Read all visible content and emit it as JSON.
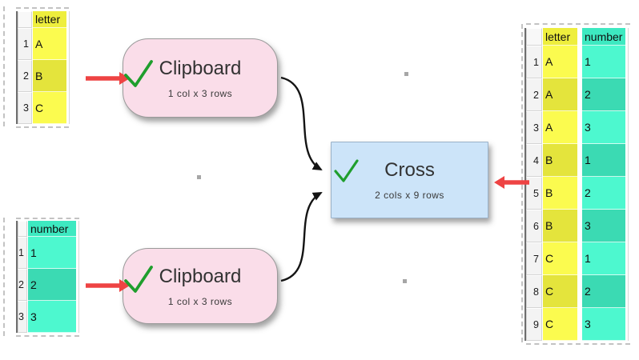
{
  "nodes": {
    "clipboard_top": {
      "title": "Clipboard",
      "subtitle": "1 col x 3 rows",
      "status": "ok-checkmark"
    },
    "clipboard_bottom": {
      "title": "Clipboard",
      "subtitle": "1 col x 3 rows",
      "status": "ok-checkmark"
    },
    "cross": {
      "title": "Cross",
      "subtitle": "2 cols x 9 rows",
      "status": "ok-checkmark"
    }
  },
  "tables": {
    "letter_source": {
      "headers": [
        "letter"
      ],
      "rows": [
        [
          "1",
          "A"
        ],
        [
          "2",
          "B"
        ],
        [
          "3",
          "C"
        ]
      ]
    },
    "number_source": {
      "headers": [
        "number"
      ],
      "rows": [
        [
          "1",
          "1"
        ],
        [
          "2",
          "2"
        ],
        [
          "3",
          "3"
        ]
      ]
    },
    "result": {
      "headers": [
        "letter",
        "number"
      ],
      "rows": [
        [
          "1",
          "A",
          "1"
        ],
        [
          "2",
          "A",
          "2"
        ],
        [
          "3",
          "A",
          "3"
        ],
        [
          "4",
          "B",
          "1"
        ],
        [
          "5",
          "B",
          "2"
        ],
        [
          "6",
          "B",
          "3"
        ],
        [
          "7",
          "C",
          "1"
        ],
        [
          "8",
          "C",
          "2"
        ],
        [
          "9",
          "C",
          "3"
        ]
      ]
    }
  },
  "colors": {
    "yellow_header": "#eeee3d",
    "yellow_odd": "#fbfb4f",
    "yellow_even": "#e4e43c",
    "teal_header": "#3de9c1",
    "teal_odd": "#4df8cf",
    "teal_even": "#3bdab3",
    "node_pink": "#fadde9",
    "node_blue": "#cce4f9",
    "arrow_red": "#ee4343",
    "check_green": "#1f9e2d",
    "connector": "#141414"
  }
}
